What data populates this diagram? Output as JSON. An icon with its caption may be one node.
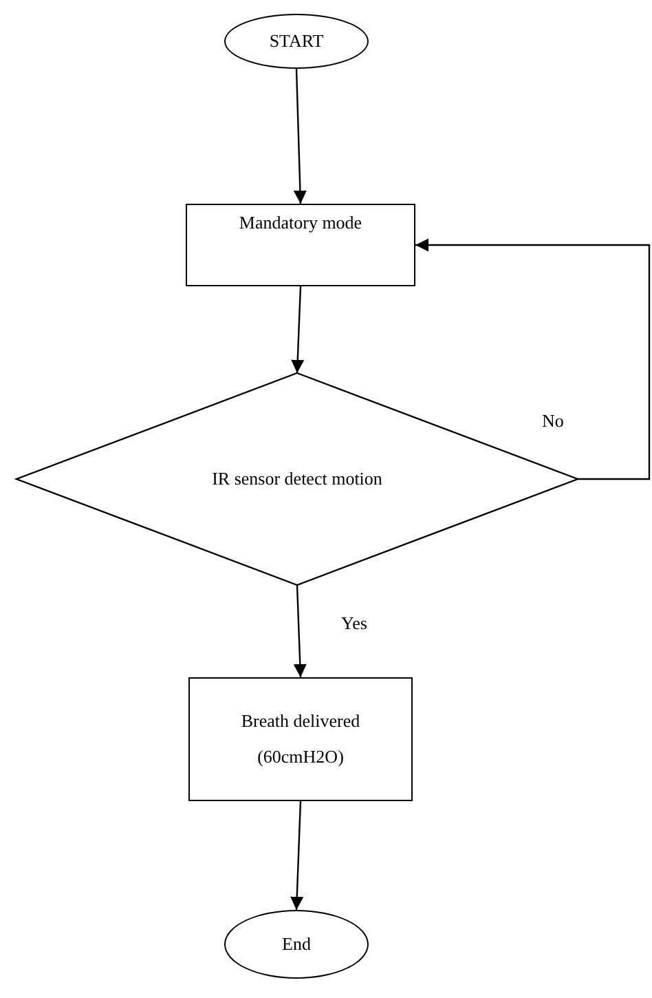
{
  "diagram": {
    "nodes": [
      {
        "text": [
          "START"
        ]
      },
      {
        "text": [
          "Mandatory mode"
        ]
      },
      {
        "text": [
          "IR sensor detect motion"
        ]
      },
      {
        "text": [
          "Breath delivered (60cmH2O)"
        ]
      },
      {
        "text": [
          "End"
        ]
      }
    ],
    "edges": [
      {
        "from": 0,
        "to": 1,
        "arrow": "to"
      },
      {
        "from": 1,
        "to": 2,
        "arrow": "to"
      },
      {
        "from": 2,
        "to": 3,
        "arrow": "to",
        "label": "Yes"
      },
      {
        "from": 2,
        "to": 1,
        "arrow": "to",
        "label": "No"
      },
      {
        "from": 3,
        "to": 4,
        "arrow": "to"
      }
    ]
  }
}
